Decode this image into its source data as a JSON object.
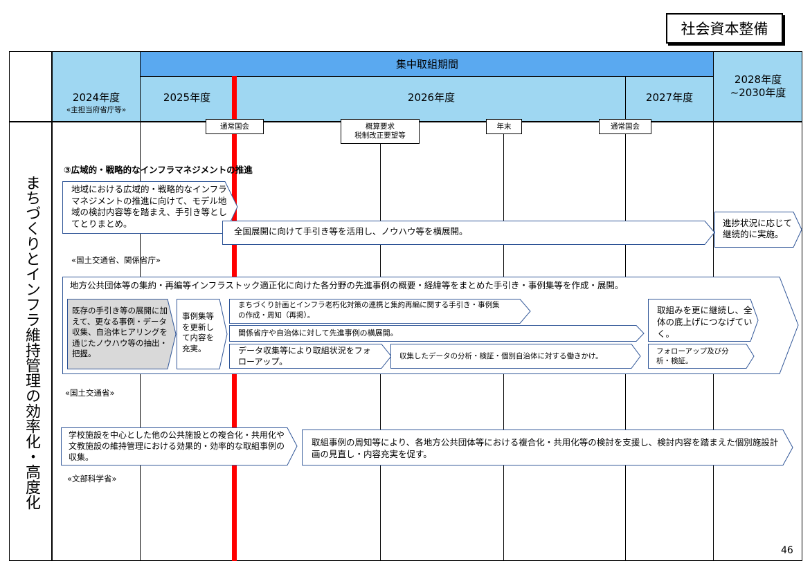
{
  "category_tag": "社会資本整備",
  "header": {
    "concentrated_period": "集中取組期間",
    "year_2024": "2024年度",
    "year_2024_sub": "«主担当府省庁等»",
    "year_2025": "2025年度",
    "year_2026": "2026年度",
    "year_2027": "2027年度",
    "year_2028": "2028年度\n~2030年度"
  },
  "side_title": "まちづくりとインフラ維持管理の効率化・高度化",
  "milestones": {
    "m1": "通常国会",
    "m2": "概算要求\n税制改正要望等",
    "m3": "年末",
    "m4": "通常国会"
  },
  "section_title": "③広域的・戦略的なインフラマネジメントの推進",
  "block1": {
    "box1": "地域における広域的・戦略的なインフラマネジメントの推進に向けて、モデル地域の検討内容等を踏まえ、手引き等としてとりまとめ。",
    "box2": "全国展開に向けて手引き等を活用し、ノウハウ等を横展開。",
    "box3": "進捗状況に応じて継続的に実施。",
    "ministry": "«国土交通省、関係省庁»"
  },
  "block2": {
    "outer": "地方公共団体等の集約・再編等インフラストック適正化に向けた各分野の先進事例の概要・経緯等をまとめた手引き・事例集等を作成・展開。",
    "gray": "既存の手引き等の展開に加えて、更なる事例・データ収集、自治体ヒアリングを通じたノウハウ等の抽出・把握。",
    "update": "事例集等を更新して内容を充実。",
    "a1": "まちづくり計画とインフラ老朽化対策の連携と集約再編に関する手引き・事例集の作成・周知（再掲）。",
    "a2": "関係省庁や自治体に対して先進事例の横展開。",
    "a3": "データ収集等により取組状況をフォローアップ。",
    "a4": "収集したデータの分析・検証・個別自治体に対する働きかけ。",
    "right1": "取組みを更に継続し、全体の底上げにつなげていく。",
    "right2": "フォローアップ及び分析・検証。",
    "ministry": "«国土交通省»"
  },
  "block3": {
    "box1": "学校施設を中心とした他の公共施設との複合化・共用化や文教施設の維持管理における効果的・効率的な取組事例の収集。",
    "box2": "取組事例の周知等により、各地方公共団体等における複合化・共用化等の検討を支援し、検討内容を踏まえた個別施設計画の見直し・内容充実を促す。",
    "ministry": "«文部科学省»"
  },
  "page_number": "46",
  "colors": {
    "header_dark": "#5aa9f0",
    "header_light": "#9fd7f2",
    "box_border": "#2f5597",
    "gray_fill": "#d9d9d9",
    "red_line": "#ff0000"
  }
}
